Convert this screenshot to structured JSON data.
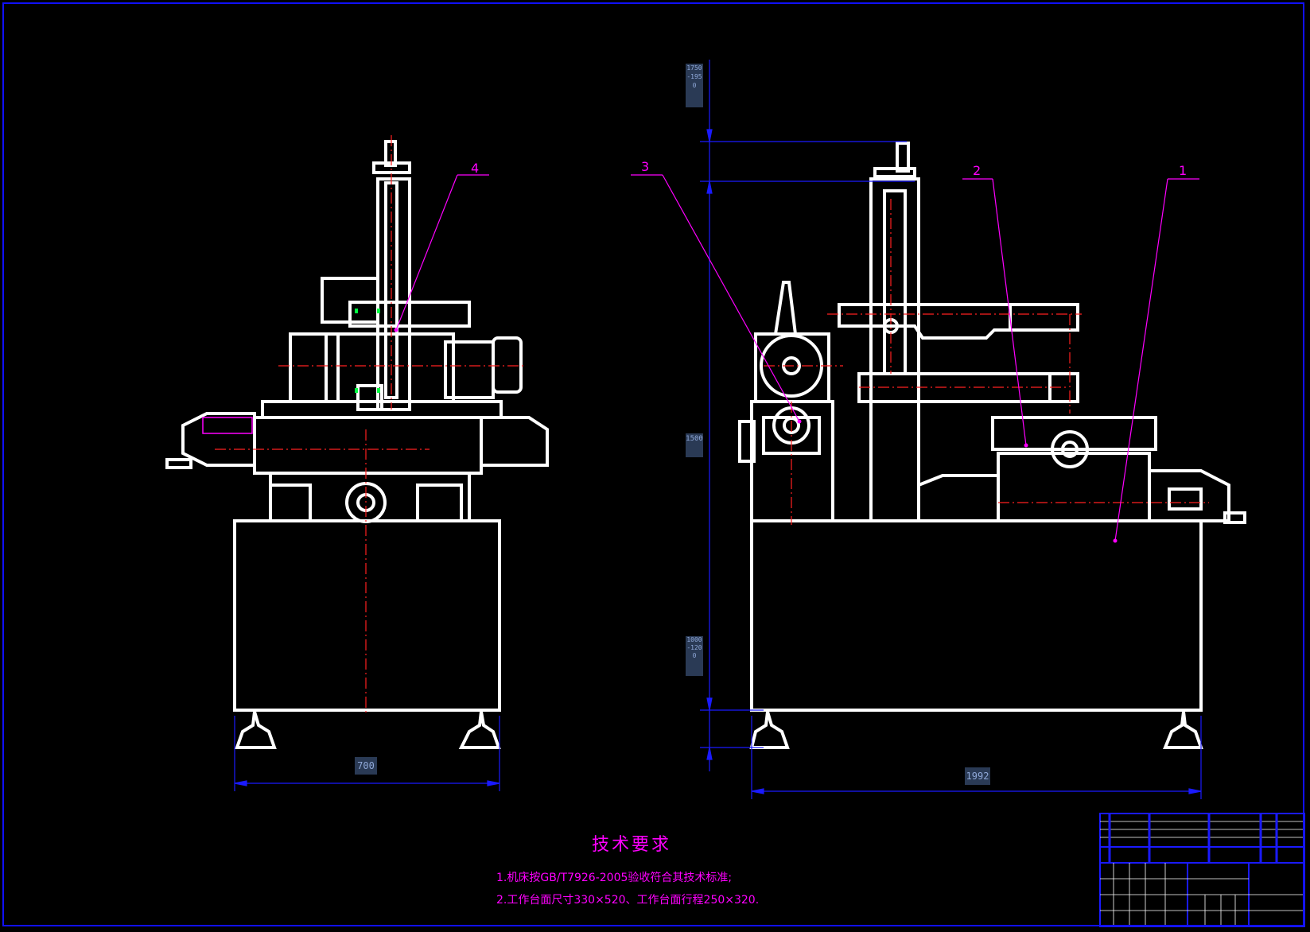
{
  "colors": {
    "background": "#000000",
    "outline": "#ffffff",
    "centerline": "#ff2020",
    "dimension": "#1a1aff",
    "annotation": "#ff00ff",
    "frame": "#1010ff"
  },
  "callouts": [
    "1",
    "2",
    "3",
    "4"
  ],
  "dimensions": {
    "front_width": "700",
    "side_width": "1992",
    "side_height_top": "1750-1950",
    "side_height_mid": "1500",
    "side_height_bottom": "1000-1200"
  },
  "technical_requirements": {
    "title": "技术要求",
    "items": [
      "1.机床按GB/T7926-2005验收符合其技术标准;",
      "2.工作台面尺寸330×520、工作台面行程250×320."
    ]
  }
}
